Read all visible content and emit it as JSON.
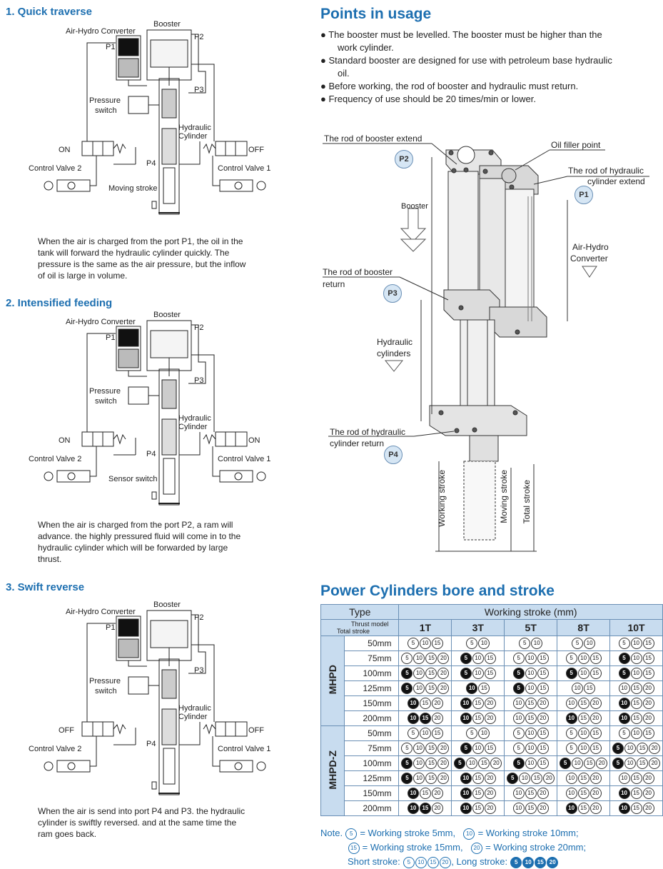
{
  "left": {
    "sections": [
      {
        "title": "1. Quick traverse",
        "para": [
          "When the air is charged from the port P1, the oil in the",
          "tank will forward the hydraulic cylinder quickly. The",
          "pressure is the same as the air pressure, but the inflow",
          "of oil is large in volume."
        ],
        "left_valve_state": "ON",
        "right_valve_state": "OFF",
        "bottom_label": "Moving stroke"
      },
      {
        "title": "2. Intensified feeding",
        "para": [
          "When the air is charged from the port P2, a ram will",
          "advance. the highly pressured fluid will come in to the",
          "hydraulic cylinder which will be forwarded by large",
          "thrust."
        ],
        "left_valve_state": "ON",
        "right_valve_state": "ON",
        "bottom_label": "Sensor switch"
      },
      {
        "title": "3. Swift reverse",
        "para": [
          "When the air is send into port P4 and P3. the hydraulic",
          "cylinder is swiftly reversed. and at the same time the",
          "ram goes back."
        ],
        "left_valve_state": "OFF",
        "right_valve_state": "OFF",
        "bottom_label": ""
      }
    ],
    "diagram_labels": {
      "booster": "Booster",
      "converter": "Air-Hydro Converter",
      "p1": "P1",
      "p2": "P2",
      "p3": "P3",
      "p4": "P4",
      "pressure": "Pressure",
      "switch": "switch",
      "hyd1": "Hydraulic",
      "hyd2": "Cylinder",
      "cv2": "Control Valve 2",
      "cv1": "Control Valve 1"
    }
  },
  "usage": {
    "title": "Points in usage",
    "bullets": [
      [
        "● The booster must be levelled. The booster must be higher than the",
        "work cylinder."
      ],
      [
        "● Standard booster are designed for use with petroleum  base hydraulic",
        "oil."
      ],
      [
        "● Before working, the rod of booster and hydraulic must return."
      ],
      [
        "● Frequency of use should be 20 times/min or lower."
      ]
    ]
  },
  "figure": {
    "rod_booster_extend": "The rod of booster extend",
    "oil_filler": "Oil filler point",
    "rod_hyd_extend_1": "The rod of hydraulic",
    "rod_hyd_extend_2": "cylinder extend",
    "booster": "Booster",
    "air_hydro_1": "Air-Hydro",
    "air_hydro_2": "Converter",
    "rod_booster_return_1": "The rod of booster",
    "rod_booster_return_2": "return",
    "hyd_cyl_1": "Hydraulic",
    "hyd_cyl_2": "cylinders",
    "rod_hyd_return_1": "The rod of hydraulic",
    "rod_hyd_return_2": "cylinder return",
    "working_stroke": "Working stroke",
    "moving_stroke": "Moving stroke",
    "total_stroke": "Total stroke",
    "p1": "P1",
    "p2": "P2",
    "p3": "P3",
    "p4": "P4"
  },
  "table": {
    "title": "Power Cylinders bore and stroke",
    "type_label": "Type",
    "ws_label": "Working stroke (mm)",
    "thrust_model": "Thrust model",
    "total_stroke": "Total stroke",
    "thrusts": [
      "1T",
      "3T",
      "5T",
      "8T",
      "10T"
    ],
    "groups": [
      {
        "name": "MHPD",
        "rows": [
          {
            "size": "50mm",
            "cells": [
              "o5 o10 o15",
              "o5 o10",
              "o5 o10",
              "o5 o10",
              "o5 o10 o15"
            ]
          },
          {
            "size": "75mm",
            "cells": [
              "o5 o10 o15 o20",
              "f5 o10 o15",
              "o5 o10 o15",
              "o5 o10 o15",
              "f5 o10 o15"
            ]
          },
          {
            "size": "100mm",
            "cells": [
              "f5 o10 o15 o20",
              "f5 o10 o15",
              "f5 o10 o15",
              "f5 o10 o15",
              "f5 o10 o15"
            ]
          },
          {
            "size": "125mm",
            "cells": [
              "f5 o10 o15 o20",
              "f10 o15",
              "f5 o10 o15",
              "o10 o15",
              "o10 o15 o20"
            ]
          },
          {
            "size": "150mm",
            "cells": [
              "f10 o15 o20",
              "f10 o15 o20",
              "o10 o15 o20",
              "o10 o15 o20",
              "f10 o15 o20"
            ]
          },
          {
            "size": "200mm",
            "cells": [
              "f10 f15 o20",
              "f10 o15 o20",
              "o10 o15 o20",
              "f10 o15 o20",
              "f10 o15 o20"
            ]
          }
        ]
      },
      {
        "name": "MHPD-Z",
        "rows": [
          {
            "size": "50mm",
            "cells": [
              "o5 o10 o15",
              "o5 o10",
              "o5 o10 o15",
              "o5 o10 o15",
              "o5 o10 o15"
            ]
          },
          {
            "size": "75mm",
            "cells": [
              "o5 o10 o15 o20",
              "f5 o10 o15",
              "o5 o10 o15",
              "o5 o10 o15",
              "f5 o10 o15 o20"
            ]
          },
          {
            "size": "100mm",
            "cells": [
              "f5 o10 o15 o20",
              "f5 o10 o15 o20",
              "f5 o10 o15",
              "f5 o10 o15 o20",
              "f5 o10 o15 o20"
            ]
          },
          {
            "size": "125mm",
            "cells": [
              "f5 o10 o15 o20",
              "f10 o15 o20",
              "f5 o10 o15 o20",
              "o10 o15 o20",
              "o10 o15 o20"
            ]
          },
          {
            "size": "150mm",
            "cells": [
              "f10 o15 o20",
              "f10 o15 o20",
              "o10 o15 o20",
              "o10 o15 o20",
              "f10 o15 o20"
            ]
          },
          {
            "size": "200mm",
            "cells": [
              "f10 f15 o20",
              "f10 o15 o20",
              "o10 o15 o20",
              "f10 o15 o20",
              "f10 o15 o20"
            ]
          }
        ]
      }
    ],
    "note_prefix": "Note.",
    "note1a": "= Working stroke 5mm,",
    "note1b": "= Working stroke 10mm;",
    "note2a": "= Working stroke 15mm,",
    "note2b": "= Working stroke 20mm;",
    "short_label": "Short stroke:",
    "long_label": ", Long stroke:"
  }
}
